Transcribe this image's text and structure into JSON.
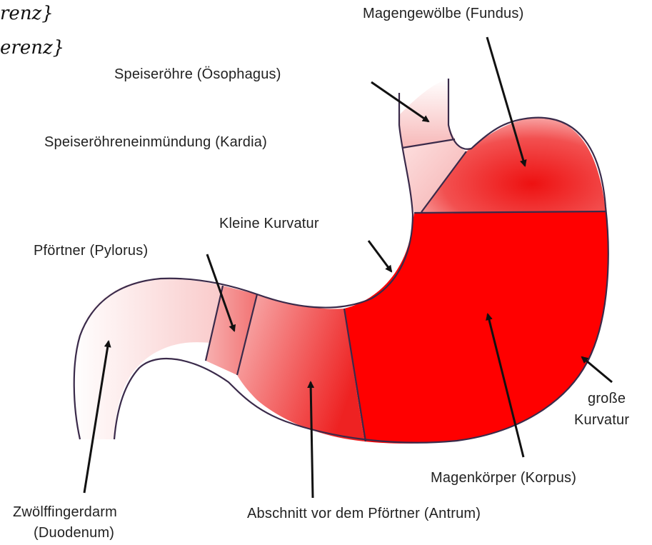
{
  "corner_fragments": [
    "renz}",
    "erenz}"
  ],
  "labels": {
    "fundus": "Magengewölbe (Fundus)",
    "esophagus": "Speiseröhre (Ösophagus)",
    "cardia": "Speiseröhreneinmündung (Kardia)",
    "lesser_curvature": "Kleine Kurvatur",
    "pylorus": "Pförtner (Pylorus)",
    "greater_curvature_line1": "große",
    "greater_curvature_line2": "Kurvatur",
    "corpus": "Magenkörper (Korpus)",
    "duodenum_line1": "Zwölffingerdarm",
    "duodenum_line2": "(Duodenum)",
    "antrum": "Abschnitt vor dem Pförtner (Antrum)"
  },
  "colors": {
    "corpus": "#ff0000",
    "deep_red": "#ee1111",
    "light_pink": "#fde2e2",
    "outline": "#3a2a4a",
    "arrow": "#111111"
  }
}
